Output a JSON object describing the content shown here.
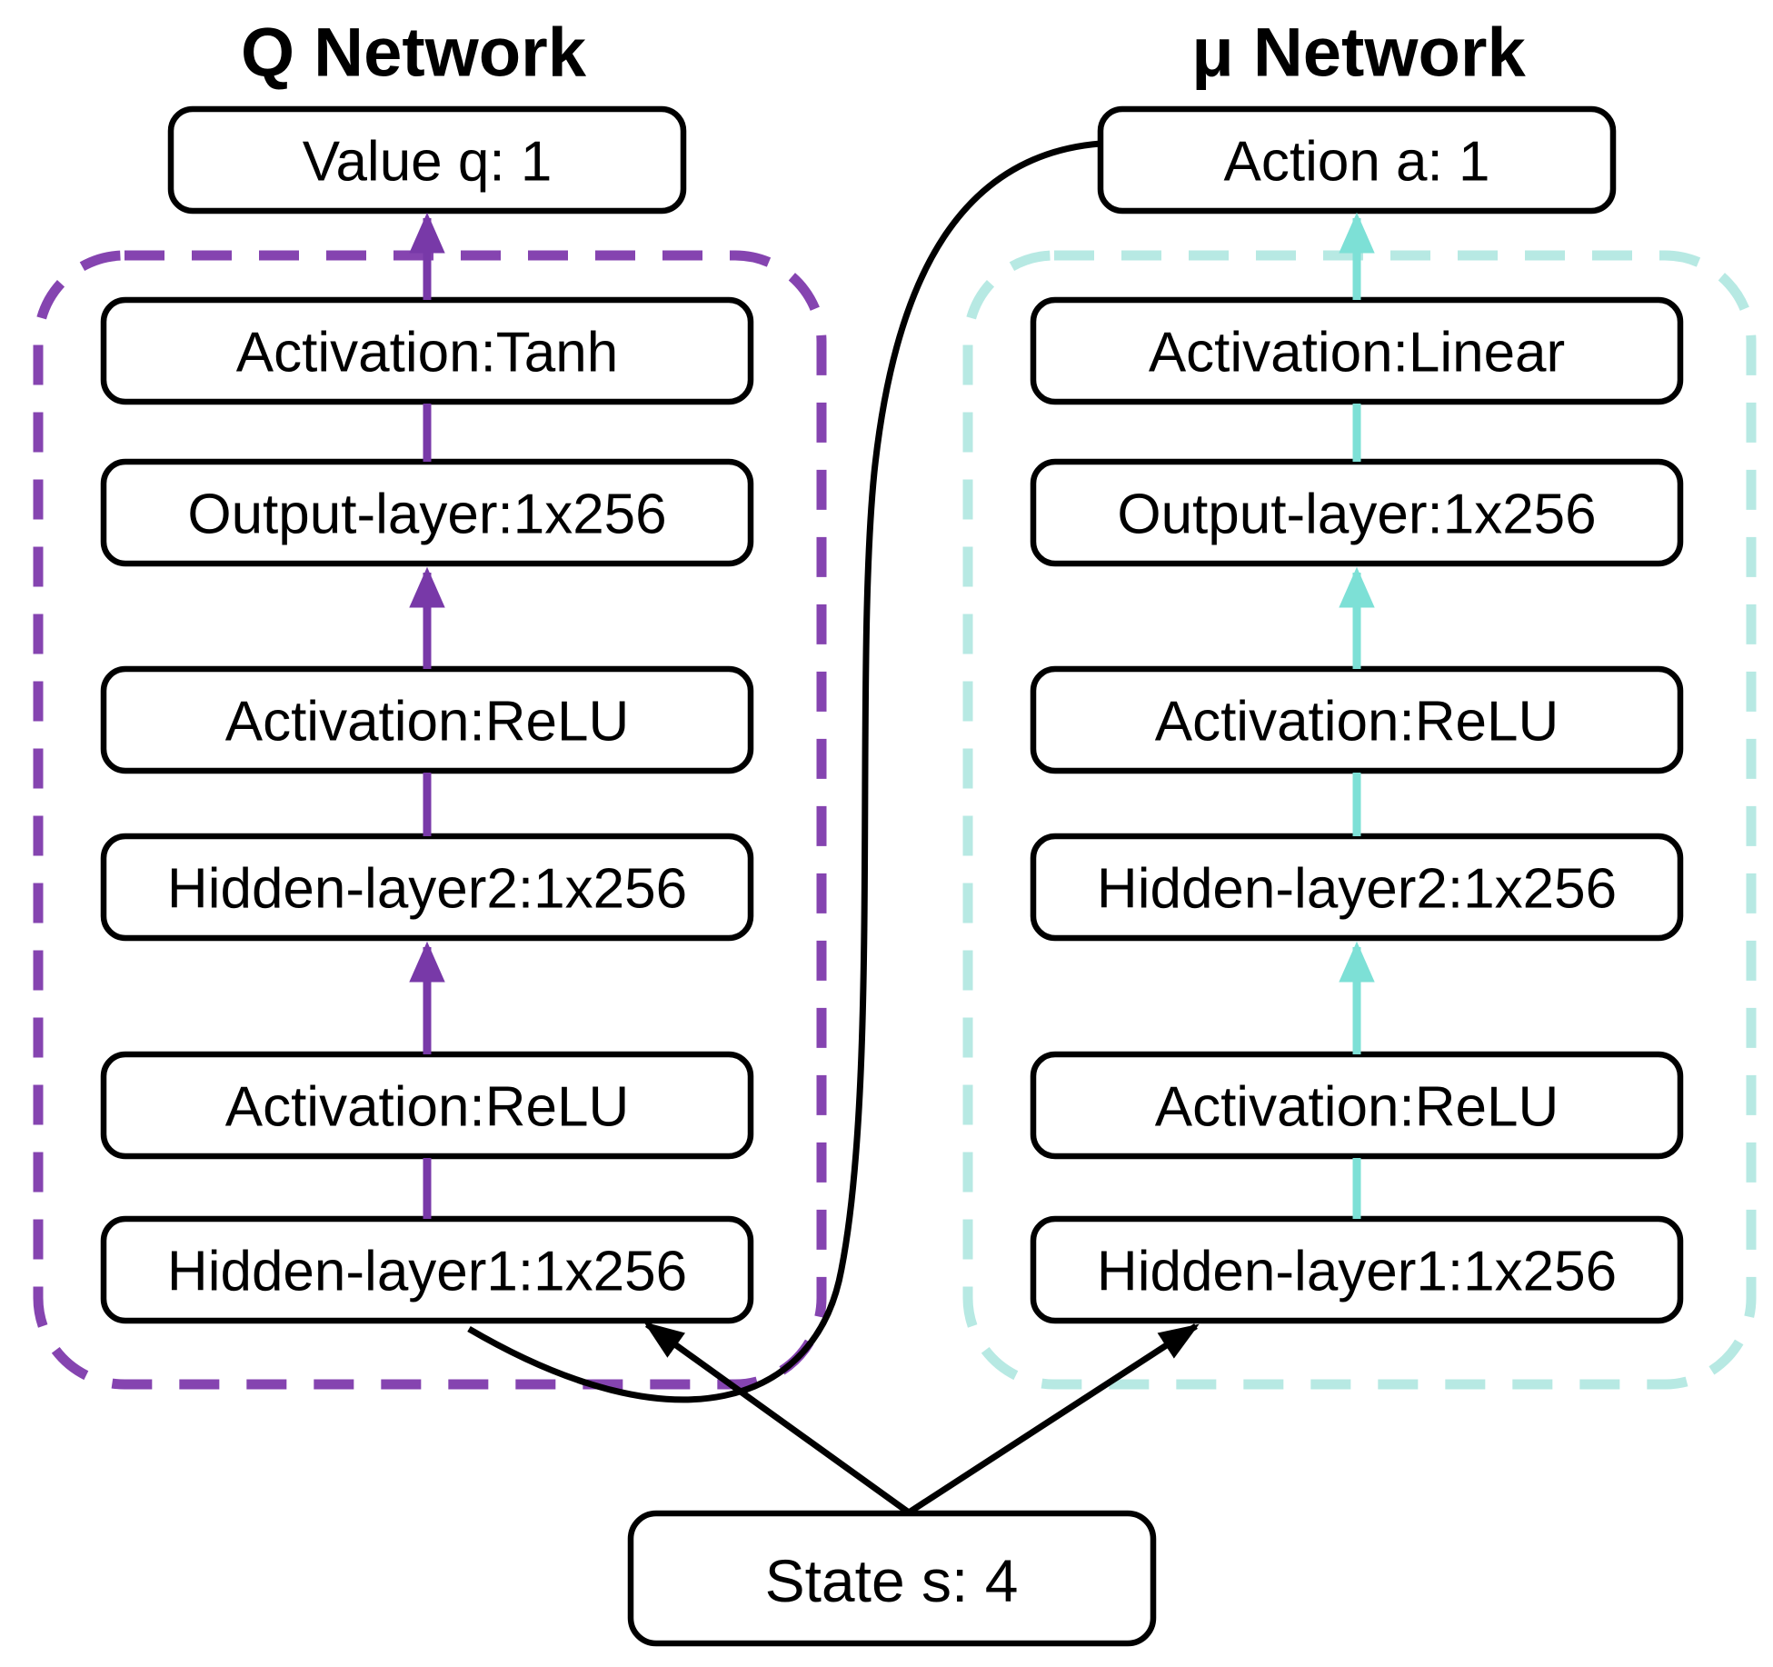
{
  "colors": {
    "black": "#000000",
    "white": "#ffffff",
    "q_accent": "#7839A8",
    "q_container": "#8544B0",
    "mu_accent": "#7DE0D6",
    "mu_container": "#B7E9E3"
  },
  "q_network": {
    "title": "Q Network",
    "output_box": "Value q: 1",
    "layers": [
      "Activation:Tanh",
      "Output-layer:1x256",
      "Activation:ReLU",
      "Hidden-layer2:1x256",
      "Activation:ReLU",
      "Hidden-layer1:1x256"
    ]
  },
  "mu_network": {
    "title": "μ Network",
    "output_box": "Action a: 1",
    "layers": [
      "Activation:Linear",
      "Output-layer:1x256",
      "Activation:ReLU",
      "Hidden-layer2:1x256",
      "Activation:ReLU",
      "Hidden-layer1:1x256"
    ]
  },
  "state_box": "State s: 4"
}
